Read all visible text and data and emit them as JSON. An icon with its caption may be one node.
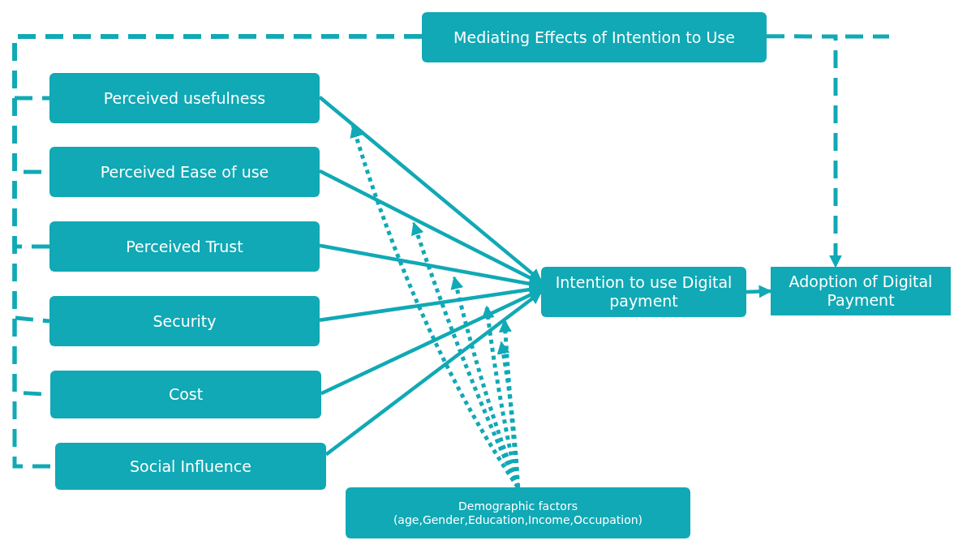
{
  "diagram": {
    "nodes": [
      {
        "text": [
          "Mediating Effects of Intention to Use"
        ]
      },
      {
        "text": [
          "Perceived usefulness"
        ]
      },
      {
        "text": [
          "Perceived Ease of use"
        ]
      },
      {
        "text": [
          "Perceived Trust"
        ]
      },
      {
        "text": [
          "Security"
        ]
      },
      {
        "text": [
          "Cost"
        ]
      },
      {
        "text": [
          "Social Influence"
        ]
      },
      {
        "text": [
          "Intention to use Digital payment"
        ]
      },
      {
        "text": [
          "Adoption of Digital Payment"
        ]
      },
      {
        "text": [
          "Demographic factors",
          "(age,Gender,Education,Income,Occupation)"
        ]
      }
    ],
    "edges": [
      {
        "from": 1,
        "to": 7,
        "arrow": "to"
      },
      {
        "from": 2,
        "to": 7,
        "arrow": "to"
      },
      {
        "from": 3,
        "to": 7,
        "arrow": "to"
      },
      {
        "from": 4,
        "to": 7,
        "arrow": "to"
      },
      {
        "from": 5,
        "to": 7,
        "arrow": "to"
      },
      {
        "from": 6,
        "to": 7,
        "arrow": "to"
      },
      {
        "from": 7,
        "to": 8,
        "arrow": "to"
      },
      {
        "from": 0,
        "to": 1,
        "arrow": "none",
        "style": "dashed"
      },
      {
        "from": 0,
        "to": 2,
        "arrow": "none",
        "style": "dashed"
      },
      {
        "from": 0,
        "to": 3,
        "arrow": "none",
        "style": "dashed"
      },
      {
        "from": 0,
        "to": 4,
        "arrow": "none",
        "style": "dashed"
      },
      {
        "from": 0,
        "to": 5,
        "arrow": "none",
        "style": "dashed"
      },
      {
        "from": 0,
        "to": 6,
        "arrow": "none",
        "style": "dashed"
      },
      {
        "from": 0,
        "to": 8,
        "arrow": "to",
        "style": "dashed"
      },
      {
        "from": 9,
        "to": null,
        "arrow": "to",
        "style": "dashed"
      },
      {
        "from": 9,
        "to": null,
        "arrow": "to",
        "style": "dashed"
      },
      {
        "from": 9,
        "to": null,
        "arrow": "to",
        "style": "dashed"
      },
      {
        "from": 9,
        "to": null,
        "arrow": "to",
        "style": "dashed"
      },
      {
        "from": 9,
        "to": null,
        "arrow": "to",
        "style": "dashed"
      },
      {
        "from": 9,
        "to": null,
        "arrow": "to",
        "style": "dashed"
      }
    ]
  }
}
